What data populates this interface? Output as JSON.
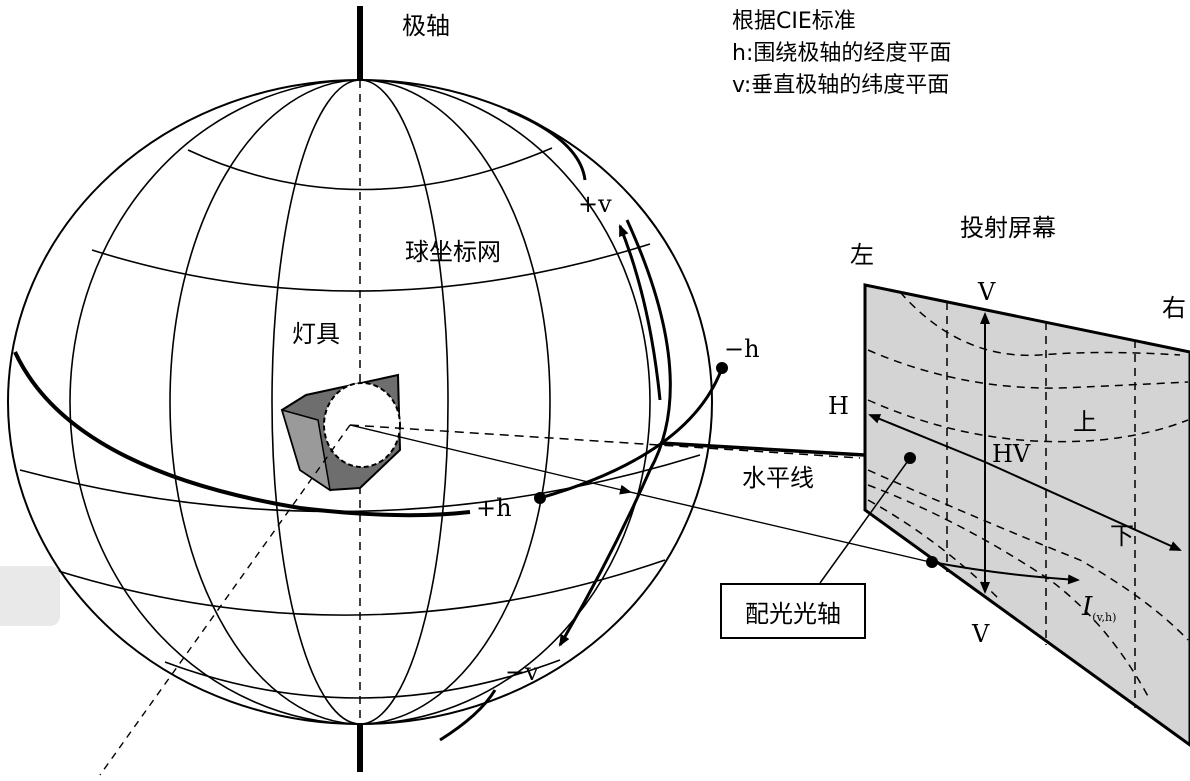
{
  "labels": {
    "polar_axis": "极轴",
    "cie_title": "根据CIE标准",
    "h_def": "h:围绕极轴的经度平面",
    "v_def": "v:垂直极轴的纬度平面",
    "sphere_grid": "球坐标网",
    "lamp": "灯具",
    "plus_v": "+v",
    "minus_h": "−h",
    "plus_h": "+h",
    "minus_v": "−v",
    "horizon_line": "水平线",
    "light_axis": "配光光轴",
    "screen": "投射屏幕",
    "left": "左",
    "right": "右",
    "v_top": "V",
    "v_bottom": "V",
    "h_label": "H",
    "hv": "HV",
    "up": "上",
    "down": "下",
    "intensity": "I",
    "intensity_sub": "(v,h)"
  },
  "colors": {
    "line": "#000000",
    "screen_fill": "#d4d4d4",
    "lamp_dark": "#6e6e6e",
    "lamp_mid": "#9a9a9a"
  }
}
